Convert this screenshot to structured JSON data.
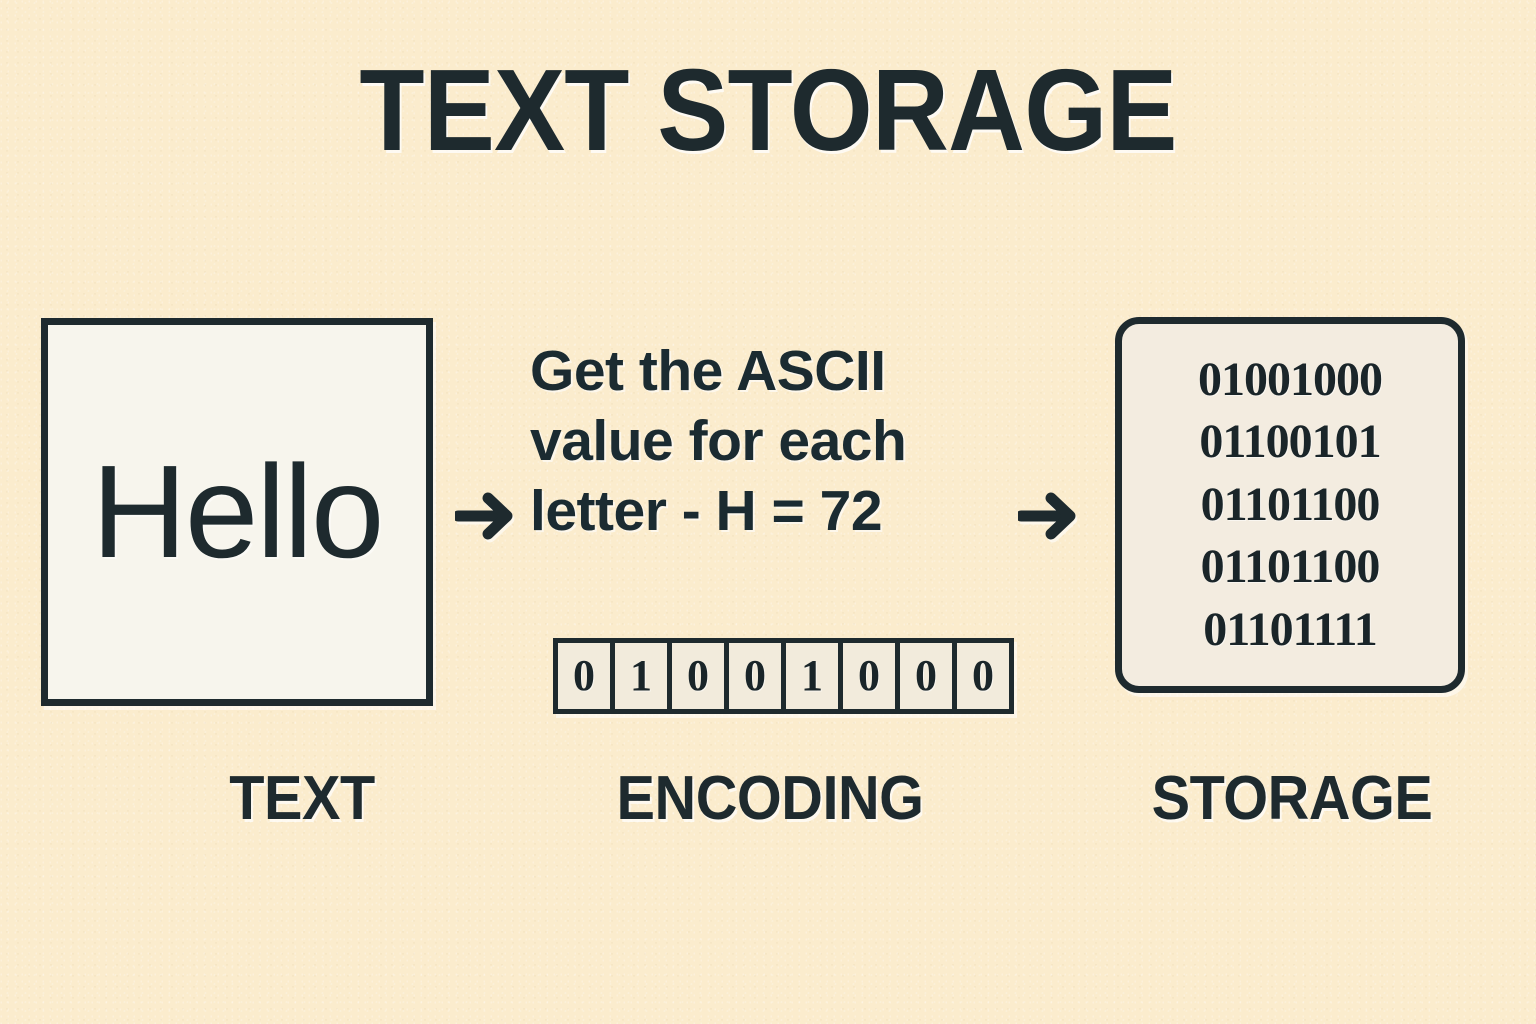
{
  "page": {
    "title": "TEXT STORAGE",
    "background_color": "#fbeccd",
    "ink_color": "#1e2a2e"
  },
  "text_stage": {
    "label": "TEXT",
    "sample_text": "Hello",
    "panel_fill": "#f7f5ed"
  },
  "encoding_stage": {
    "label": "ENCODING",
    "caption_line_1": "Get the ASCII",
    "caption_line_2": "value for each",
    "caption_line_3": "letter - H = 72",
    "ascii_letter": "H",
    "ascii_value": "72",
    "bits": [
      "0",
      "1",
      "0",
      "0",
      "1",
      "0",
      "0",
      "0"
    ],
    "cell_fill": "#f2ebdc"
  },
  "storage_stage": {
    "label": "STORAGE",
    "panel_fill": "#f3ece0",
    "binary_rows": [
      "01001000",
      "01100101",
      "01101100",
      "01101100",
      "01101111"
    ]
  },
  "arrows": {
    "first": "arrow-right",
    "second": "arrow-right"
  }
}
